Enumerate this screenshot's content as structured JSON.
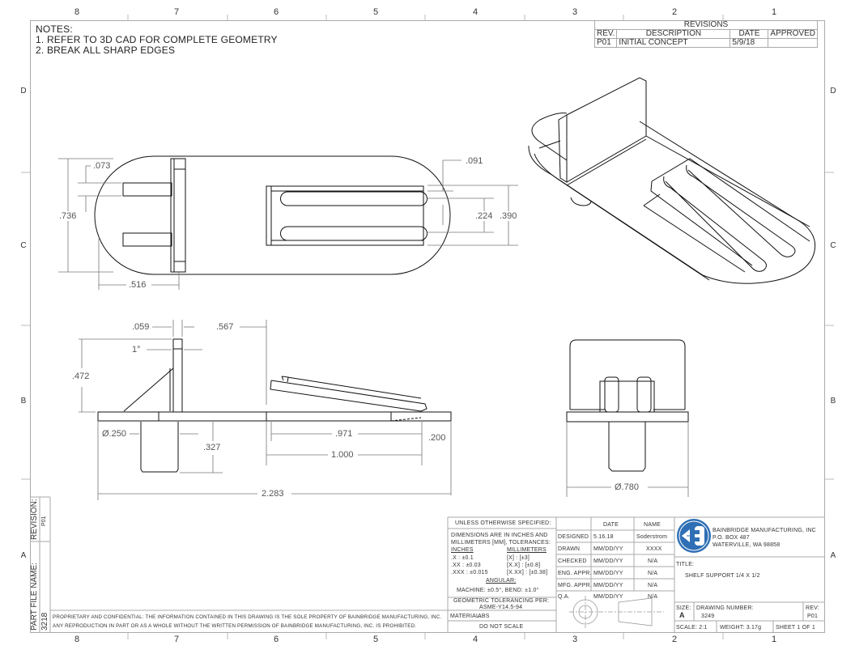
{
  "zones": {
    "columns": [
      "8",
      "7",
      "6",
      "5",
      "4",
      "3",
      "2",
      "1"
    ],
    "rows": [
      "D",
      "C",
      "B",
      "A"
    ]
  },
  "notes": {
    "title": "NOTES:",
    "items": [
      "1.  REFER TO 3D CAD FOR COMPLETE GEOMETRY",
      "2.  BREAK ALL SHARP EDGES"
    ]
  },
  "revisions": {
    "title": "REVISIONS",
    "headers": [
      "REV.",
      "DESCRIPTION",
      "DATE",
      "APPROVED"
    ],
    "rows": [
      {
        "rev": "P01",
        "description": "INITIAL CONCEPT",
        "date": "5/9/18",
        "approved": ""
      }
    ]
  },
  "dimensions": {
    "top_view": {
      "d073": ".073",
      "d736": ".736",
      "d516": ".516",
      "d091": ".091",
      "d224": ".224",
      "d390": ".390"
    },
    "front_view": {
      "d059": ".059",
      "d567": ".567",
      "angle": "1°",
      "d472": ".472",
      "dia250": "Ø.250",
      "d327": ".327",
      "d971": ".971",
      "d200": ".200",
      "d1000": "1.000",
      "d2283": "2.283"
    },
    "side_view": {
      "dia780": "Ø.780"
    }
  },
  "title_block": {
    "tolerances": {
      "header": "UNLESS OTHERWISE SPECIFIED:",
      "line1": "DIMENSIONS ARE IN INCHES AND",
      "line2": "MILLIMETERS [MM], TOLERANCES:",
      "inches_label": "INCHES",
      "mm_label": "MILLIMETERS",
      "rows": [
        {
          "in": ".X :     ±0.1",
          "mm": "[X]    : [±3]"
        },
        {
          "in": ".XX :    ±0.03",
          "mm": "[X.X]  : [±0.8]"
        },
        {
          "in": ".XXX :  ±0.015",
          "mm": "[X.XX] : [±0.38]"
        }
      ],
      "angular_label": "ANGULAR:",
      "angular_value": "MACHINE: ±0.5°, BEND: ±1.0°",
      "gdt_line1": "GEOMETRIC TOLERANCING PER:",
      "gdt_line2": "ASME-Y14.5-94",
      "material_label": "MATERIAL:",
      "material_value": "ABS",
      "do_not_scale": "DO NOT SCALE"
    },
    "approvals": {
      "headers": [
        "",
        "DATE",
        "NAME"
      ],
      "rows": [
        {
          "role": "DESIGNED",
          "date": "5.16.18",
          "name": "Soderstrom"
        },
        {
          "role": "DRAWN",
          "date": "MM/DD/YY",
          "name": "XXXX"
        },
        {
          "role": "CHECKED",
          "date": "MM/DD/YY",
          "name": "N/A"
        },
        {
          "role": "ENG. APPR.",
          "date": "MM/DD/YY",
          "name": "N/A"
        },
        {
          "role": "MFG. APPR.",
          "date": "MM/DD/YY",
          "name": "N/A"
        },
        {
          "role": "Q.A.",
          "date": "MM/DD/YY",
          "name": "N/A"
        }
      ]
    },
    "company": {
      "name": "BAINBRIDGE MANUFACTURING, INC",
      "address1": "P.O. BOX 487",
      "address2": "WATERVILLE, WA 98858",
      "logo_color": "#2f6fb5"
    },
    "title_label": "TITLE:",
    "title_value": "SHELF SUPPORT  1/4 X 1/2",
    "size_label": "SIZE:",
    "size_value": "A",
    "drawing_number_label": "DRAWING NUMBER:",
    "drawing_number_value": "3249",
    "rev_label": "REV:",
    "rev_value": "P01",
    "scale": "SCALE: 2:1",
    "weight": "WEIGHT: 3.17g",
    "sheet": "SHEET 1 OF 1"
  },
  "side_strip": {
    "revision_label": "REVISION:",
    "revision_value": "P01",
    "part_file_label": "PART FILE NAME:",
    "part_file_value": "3218"
  },
  "proprietary": {
    "line1": "PROPRIETARY AND CONFIDENTIAL: THE INFORMATION CONTAINED IN THIS DRAWING IS THE SOLE PROPERTY OF BAINBRIDGE MANUFACTURING, INC.",
    "line2": "ANY REPRODUCTION IN PART OR AS A WHOLE WITHOUT THE WRITTEN PERMISSION OF BAINBRIDGE MANUFACTURING, INC. IS PROHIBITED."
  },
  "colors": {
    "border": "#aaaaaa",
    "geometry": "#111111",
    "dimension": "#666666"
  }
}
